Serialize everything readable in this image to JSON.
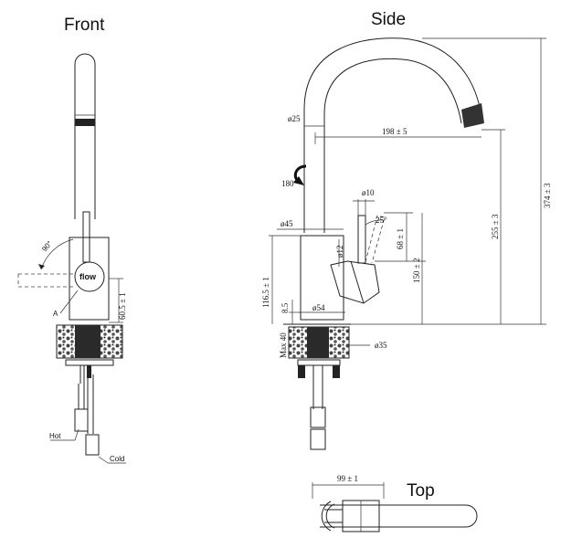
{
  "views": {
    "front": "Front",
    "side": "Side",
    "top": "Top"
  },
  "front": {
    "brand": "flow",
    "angle": "90°",
    "dim_height": "60.5 ± 1",
    "marker": "A",
    "hot_label": "Hot",
    "cold_label": "Cold"
  },
  "side": {
    "d25": "ø25",
    "reach": "198 ± 5",
    "total_height": "374 ± 3",
    "rotation": "180°",
    "d10": "ø10",
    "d45": "ø45",
    "angle25": "25°",
    "d12": "ø12",
    "h68": "68 ± 1",
    "h255": "255 ± 3",
    "h150": "150 ± 2",
    "h116": "116.5 ± 1",
    "h8": "8.5",
    "d54": "ø54",
    "max40": "Max 40",
    "d35": "ø35"
  },
  "top": {
    "width": "99 ± 1"
  }
}
